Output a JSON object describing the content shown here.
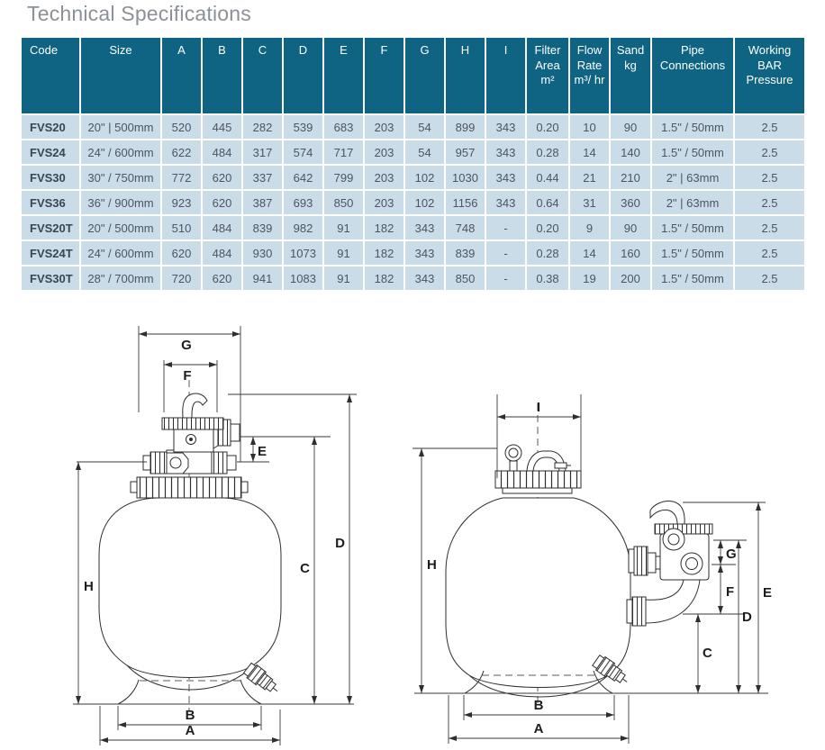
{
  "title": "Technical Specifications",
  "colors": {
    "header_bg": "#0f6484",
    "header_text": "#ffffff",
    "row_bg": "#cbdce9",
    "body_text": "#4a5660",
    "title_text": "#8b9196"
  },
  "table": {
    "columns": [
      "Code",
      "Size",
      "A",
      "B",
      "C",
      "D",
      "E",
      "F",
      "G",
      "H",
      "I",
      "Filter Area m²",
      "Flow Rate m³/ hr",
      "Sand kg",
      "Pipe Connections",
      "Working BAR Pressure"
    ],
    "rows": [
      [
        "FVS20",
        "20\" | 500mm",
        "520",
        "445",
        "282",
        "539",
        "683",
        "203",
        "54",
        "899",
        "343",
        "0.20",
        "10",
        "90",
        "1.5\" / 50mm",
        "2.5"
      ],
      [
        "FVS24",
        "24\" / 600mm",
        "622",
        "484",
        "317",
        "574",
        "717",
        "203",
        "54",
        "957",
        "343",
        "0.28",
        "14",
        "140",
        "1.5\" / 50mm",
        "2.5"
      ],
      [
        "FVS30",
        "30\" / 750mm",
        "772",
        "620",
        "337",
        "642",
        "799",
        "203",
        "102",
        "1030",
        "343",
        "0.44",
        "21",
        "210",
        "2\" | 63mm",
        "2.5"
      ],
      [
        "FVS36",
        "36\" / 900mm",
        "923",
        "620",
        "387",
        "693",
        "850",
        "203",
        "102",
        "1156",
        "343",
        "0.64",
        "31",
        "360",
        "2\" | 63mm",
        "2.5"
      ],
      [
        "FVS20T",
        "20\" / 500mm",
        "510",
        "484",
        "839",
        "982",
        "91",
        "182",
        "343",
        "748",
        "-",
        "0.20",
        "9",
        "90",
        "1.5\" / 50mm",
        "2.5"
      ],
      [
        "FVS24T",
        "24\" / 600mm",
        "620",
        "484",
        "930",
        "1073",
        "91",
        "182",
        "343",
        "839",
        "-",
        "0.28",
        "14",
        "160",
        "1.5\" / 50mm",
        "2.5"
      ],
      [
        "FVS30T",
        "28\" / 700mm",
        "720",
        "620",
        "941",
        "1083",
        "91",
        "182",
        "343",
        "850",
        "-",
        "0.38",
        "19",
        "200",
        "1.5\" / 50mm",
        "2.5"
      ]
    ]
  },
  "diagram_left": {
    "dims": {
      "g": "G",
      "f": "F",
      "e": "E",
      "d": "D",
      "c": "C",
      "h": "H",
      "b": "B",
      "a": "A"
    }
  },
  "diagram_right": {
    "dims": {
      "i": "I",
      "h": "H",
      "g": "G",
      "f": "F",
      "e": "E",
      "d": "D",
      "c": "C",
      "b": "B",
      "a": "A"
    }
  }
}
